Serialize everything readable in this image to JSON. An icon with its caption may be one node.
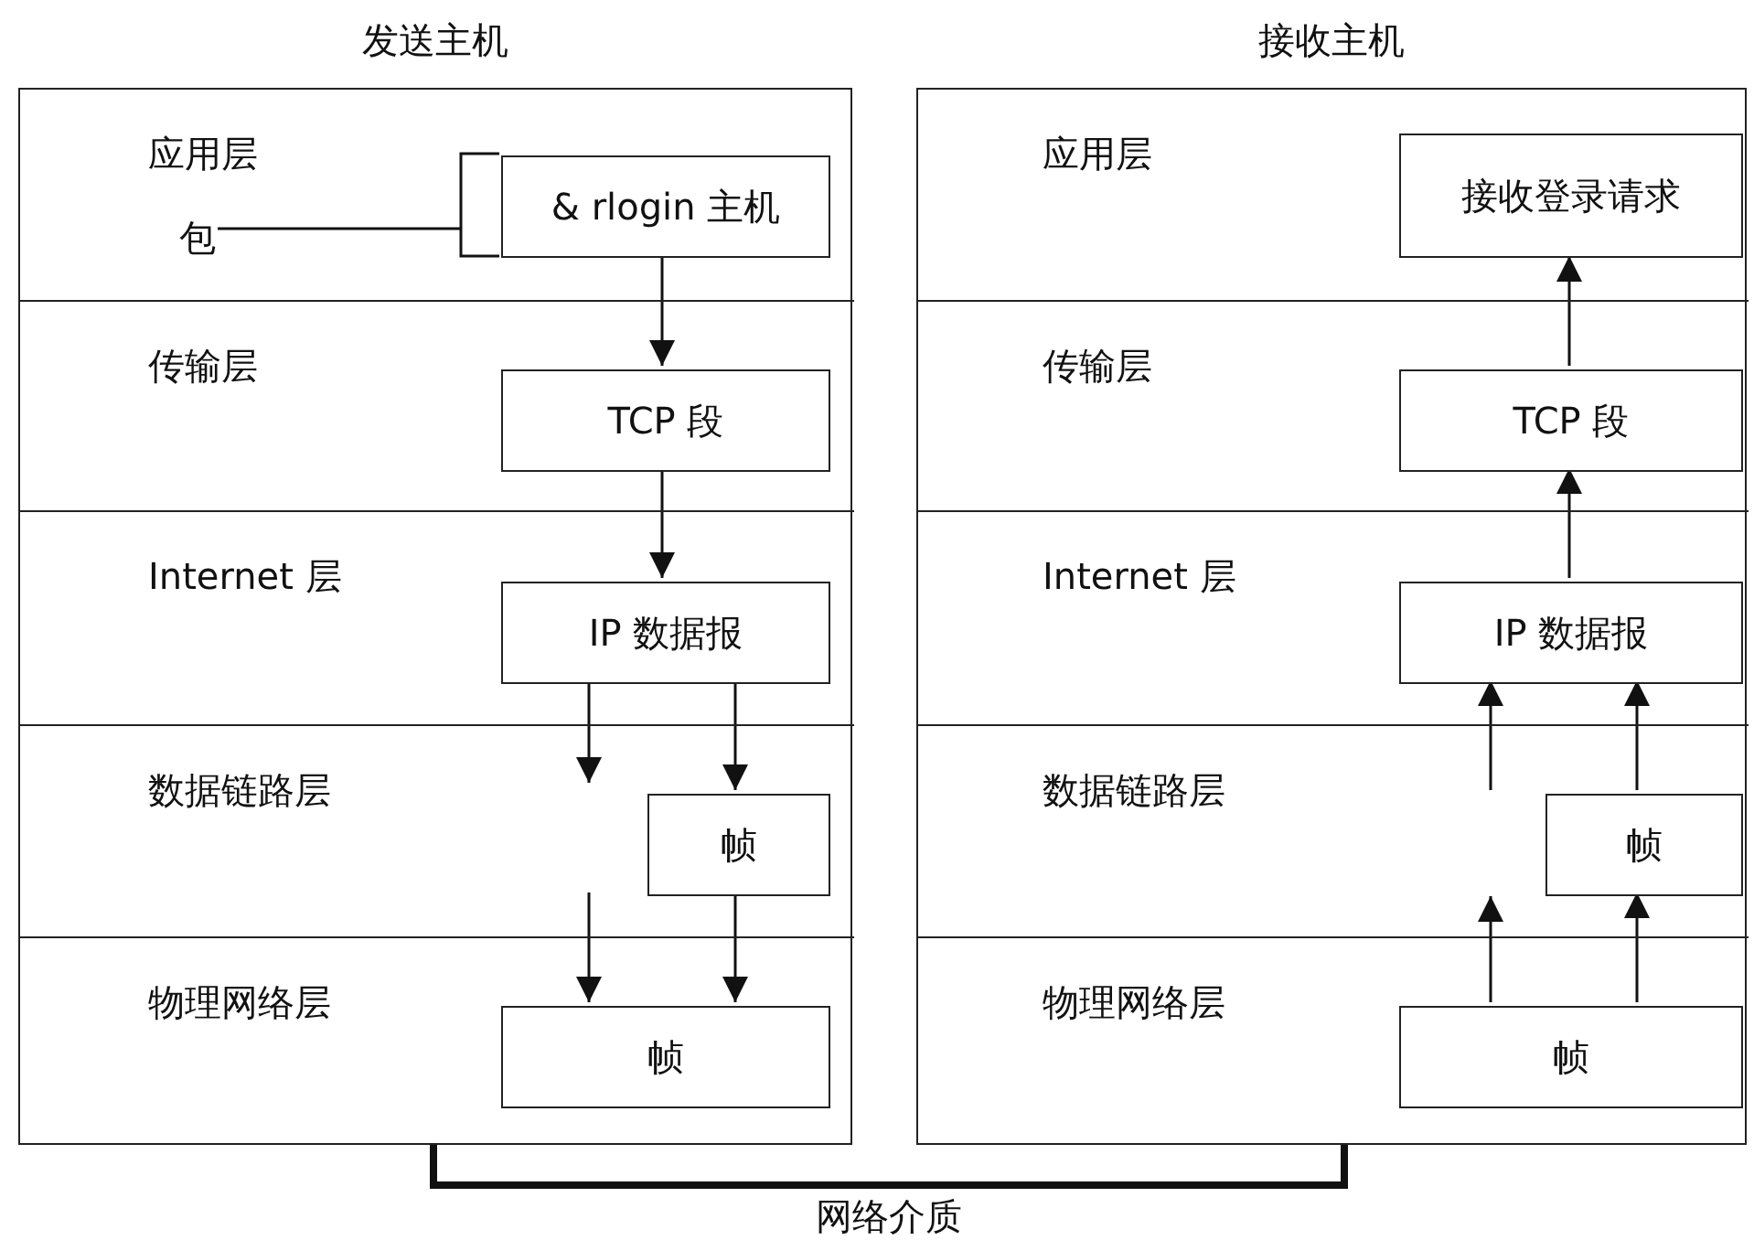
{
  "diagram": {
    "nodes": [
      {
        "text": [
          "发送主机"
        ]
      },
      {
        "text": [
          "应用层"
        ],
        "in": 0
      },
      {
        "text": [
          "包"
        ],
        "in": 1
      },
      {
        "text": [
          "& rlogin 主机"
        ],
        "in": 1
      },
      {
        "text": [
          "传输层"
        ],
        "in": 0
      },
      {
        "text": [
          "TCP 段"
        ],
        "in": 4
      },
      {
        "text": [
          "Internet 层"
        ],
        "in": 0
      },
      {
        "text": [
          "IP 数据报"
        ],
        "in": 6
      },
      {
        "text": [
          "数据链路层"
        ],
        "in": 0
      },
      {
        "text": [
          "帧"
        ],
        "in": 8
      },
      {
        "text": [
          "物理网络层"
        ],
        "in": 0
      },
      {
        "text": [
          "帧"
        ],
        "in": 10
      },
      {
        "text": [
          "接收主机"
        ]
      },
      {
        "text": [
          "应用层"
        ],
        "in": 12
      },
      {
        "text": [
          "接收登录请求"
        ],
        "in": 13
      },
      {
        "text": [
          "传输层"
        ],
        "in": 12
      },
      {
        "text": [
          "TCP 段"
        ],
        "in": 15
      },
      {
        "text": [
          "Internet 层"
        ],
        "in": 12
      },
      {
        "text": [
          "IP 数据报"
        ],
        "in": 17
      },
      {
        "text": [
          "数据链路层"
        ],
        "in": 12
      },
      {
        "text": [
          "帧"
        ],
        "in": 19
      },
      {
        "text": [
          "物理网络层"
        ],
        "in": 12
      },
      {
        "text": [
          "帧"
        ],
        "in": 21
      }
    ],
    "edges": [
      {
        "from": 2,
        "to": 3,
        "arrow": "none"
      },
      {
        "from": 3,
        "to": 5,
        "arrow": "to"
      },
      {
        "from": 5,
        "to": 7,
        "arrow": "to"
      },
      {
        "from": 7,
        "to": null,
        "arrow": "to"
      },
      {
        "from": 7,
        "to": 9,
        "arrow": "to"
      },
      {
        "from": null,
        "to": 11,
        "arrow": "to"
      },
      {
        "from": 9,
        "to": 11,
        "arrow": "to"
      },
      {
        "from": 22,
        "to": null,
        "arrow": "to"
      },
      {
        "from": 22,
        "to": 20,
        "arrow": "to"
      },
      {
        "from": null,
        "to": 18,
        "arrow": "to"
      },
      {
        "from": 20,
        "to": 18,
        "arrow": "to"
      },
      {
        "from": 18,
        "to": 16,
        "arrow": "to"
      },
      {
        "from": 16,
        "to": 14,
        "arrow": "to"
      },
      {
        "from": 0,
        "to": 12,
        "arrow": "none",
        "label": "网络介质",
        "style": "thick"
      }
    ]
  }
}
